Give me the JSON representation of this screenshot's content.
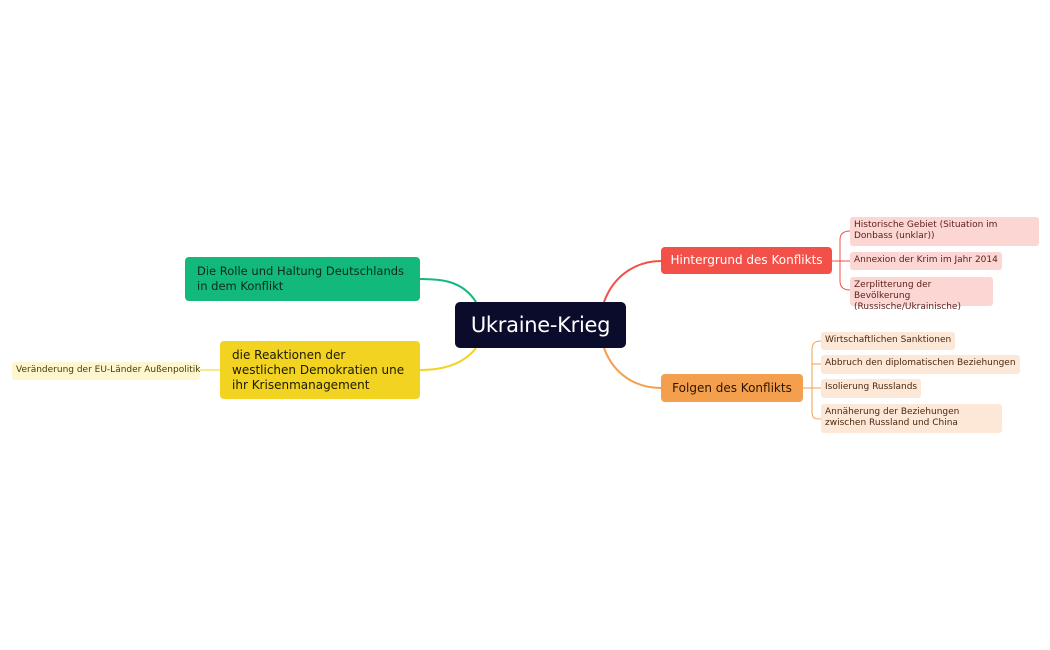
{
  "root": {
    "label": "Ukraine-Krieg"
  },
  "left_branches": [
    {
      "label": "Die Rolle und Haltung Deutschlands in dem Konflikt",
      "color": "#13b97a",
      "children": []
    },
    {
      "label": "die Reaktionen der westlichen Demokratien une ihr Krisenmanagement",
      "color": "#f2d321",
      "children": [
        {
          "label": "Veränderung der EU-Länder Außenpolitik"
        }
      ]
    }
  ],
  "right_branches": [
    {
      "label": "Hintergrund des Konflikts",
      "color": "#f25048",
      "children": [
        {
          "label": "Historische Gebiet (Situation im Donbass (unklar))"
        },
        {
          "label": "Annexion der Krim im Jahr 2014"
        },
        {
          "label": "Zerplitterung der Bevölkerung (Russische/Ukrainische)"
        }
      ]
    },
    {
      "label": "Folgen des Konflikts",
      "color": "#f39f4d",
      "children": [
        {
          "label": "Wirtschaftlichen Sanktionen"
        },
        {
          "label": "Abbruch den diplomatischen Beziehungen"
        },
        {
          "label": "Isolierung Russlands"
        },
        {
          "label": "Annäherung der Beziehungen zwischen Russland und China"
        }
      ]
    }
  ]
}
